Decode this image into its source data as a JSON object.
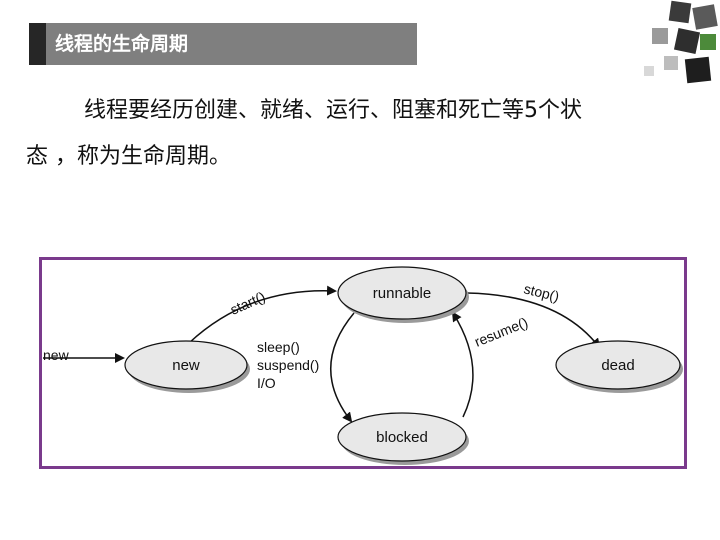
{
  "slide": {
    "title": "线程的生命周期",
    "body_line1": "线程要经历创建、就绪、运行、阻塞和死亡等5个状",
    "body_line2": "态 ，称为生命周期。"
  },
  "diagram": {
    "states": {
      "new": "new",
      "runnable": "runnable",
      "blocked": "blocked",
      "dead": "dead"
    },
    "edges": {
      "entry": "new",
      "start": "start()",
      "stop": "stop()",
      "resume": "resume()",
      "block_line1": "sleep()",
      "block_line2": "suspend()",
      "block_line3": "I/O"
    },
    "colors": {
      "border": "#7a3a8c",
      "node_fill": "#e8e8e8",
      "node_shadow": "#9a9a9a"
    }
  }
}
